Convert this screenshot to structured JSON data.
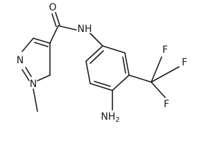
{
  "molecule": {
    "atoms": {
      "carbonyl_oxygen": "O",
      "amide_nh": "NH",
      "pyrazole_n_top": "N",
      "pyrazole_n_methyl": "N",
      "fluorine_top": "F",
      "fluorine_right": "F",
      "fluorine_bottom": "F",
      "amine_main": "NH",
      "amine_subscript": "2"
    }
  }
}
